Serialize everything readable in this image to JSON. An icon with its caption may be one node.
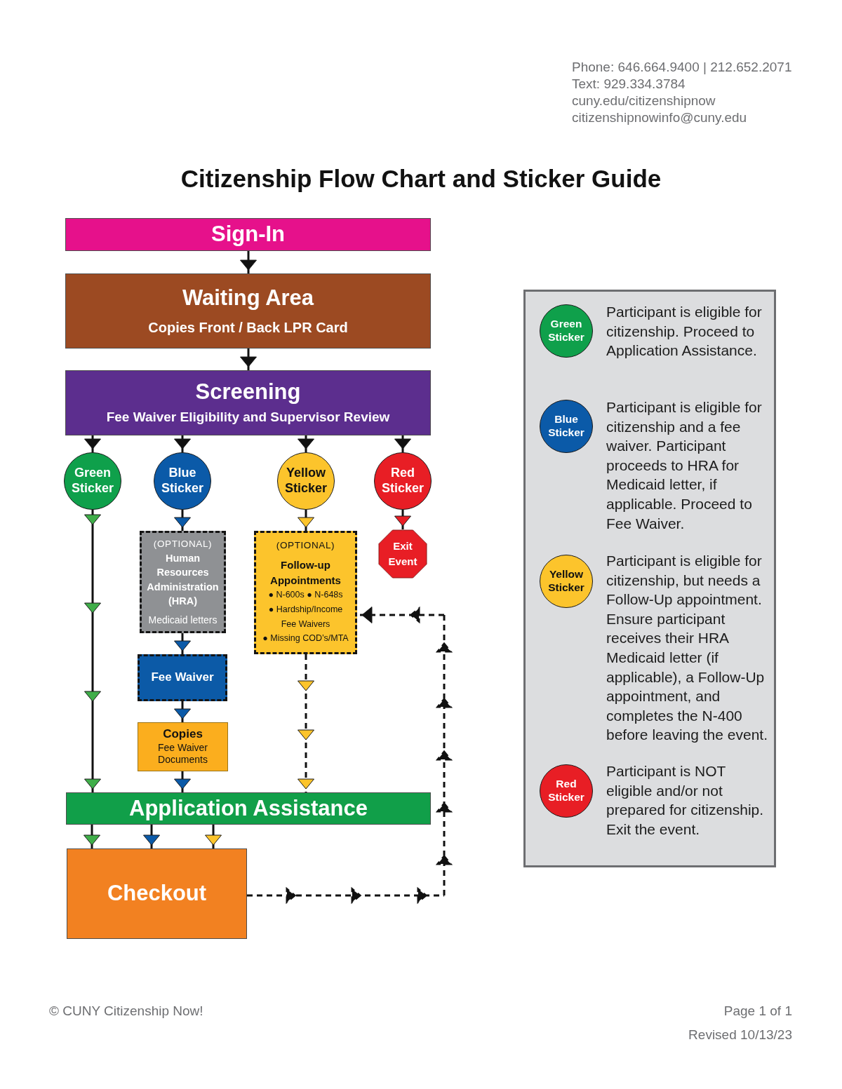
{
  "diagram": {
    "title": "Citizenship Flow Chart and Sticker Guide",
    "nodes": [
      {
        "text": [
          "Sign-In"
        ]
      },
      {
        "text": [
          "Waiting Area",
          "Copies Front / Back LPR Card"
        ]
      },
      {
        "text": [
          "Screening",
          "Fee Waiver Eligibility and Supervisor Review"
        ]
      },
      {
        "text": [
          "Green Sticker"
        ]
      },
      {
        "text": [
          "Blue Sticker"
        ]
      },
      {
        "text": [
          "Yellow Sticker"
        ]
      },
      {
        "text": [
          "Red Sticker"
        ]
      },
      {
        "text": [
          "(OPTIONAL)",
          "Human Resources Administration (HRA)",
          "Medicaid letters"
        ]
      },
      {
        "text": [
          "(OPTIONAL)",
          "Follow-up Appointments",
          "● N-600s ● N-648s",
          "● Hardship/Income Fee Waivers",
          "● Missing COD’s/MTA"
        ]
      },
      {
        "text": [
          "Exit Event"
        ]
      },
      {
        "text": [
          "Fee Waiver"
        ]
      },
      {
        "text": [
          "Copies",
          "Fee Waiver Documents"
        ]
      },
      {
        "text": [
          "Application Assistance"
        ]
      },
      {
        "text": [
          "Checkout"
        ]
      },
      {
        "text": [],
        "shape": "box"
      },
      {
        "text": [
          "Green Sticker"
        ],
        "in": 14,
        "beside": [
          "Participant is eligible for citizenship. Proceed to Application Assistance."
        ]
      },
      {
        "text": [
          "Blue Sticker"
        ],
        "in": 14,
        "beside": [
          "Participant is eligible for citizenship and a fee waiver. Participant proceeds to HRA for Medicaid letter, if applicable. Proceed to Fee Waiver."
        ]
      },
      {
        "text": [
          "Yellow Sticker"
        ],
        "in": 14,
        "beside": [
          "Participant is eligible for citizenship, but needs a Follow-Up appointment. Ensure participant receives their HRA Medicaid letter (if applicable), a Follow-Up appointment, and completes the N-400 before leaving the event."
        ]
      },
      {
        "text": [
          "Red Sticker"
        ],
        "in": 14,
        "beside": [
          "Participant is NOT eligible and/or not prepared for citizenship. Exit the event."
        ]
      }
    ],
    "edges": [
      {
        "from": 0,
        "to": 1,
        "arrow": "to"
      },
      {
        "from": 1,
        "to": 2,
        "arrow": "to"
      },
      {
        "from": 2,
        "to": 3,
        "arrow": "to"
      },
      {
        "from": 2,
        "to": 4,
        "arrow": "to"
      },
      {
        "from": 2,
        "to": 5,
        "arrow": "to"
      },
      {
        "from": 2,
        "to": 6,
        "arrow": "to"
      },
      {
        "from": 3,
        "to": 12,
        "arrow": "to"
      },
      {
        "from": 4,
        "to": 7,
        "arrow": "to"
      },
      {
        "from": 5,
        "to": 8,
        "arrow": "to"
      },
      {
        "from": 6,
        "to": 9,
        "arrow": "to"
      },
      {
        "from": 7,
        "to": 10,
        "arrow": "to"
      },
      {
        "from": 10,
        "to": 11,
        "arrow": "to"
      },
      {
        "from": 11,
        "to": 12,
        "arrow": "to"
      },
      {
        "from": 8,
        "to": 12,
        "arrow": "to",
        "style": "dashed"
      },
      {
        "from": 12,
        "to": 13,
        "arrow": "to"
      },
      {
        "from": 12,
        "to": 13,
        "arrow": "to"
      },
      {
        "from": 12,
        "to": 13,
        "arrow": "to"
      },
      {
        "from": 13,
        "to": 8,
        "arrow": "to",
        "style": "dashed"
      }
    ],
    "labels": [
      "Phone: 646.664.9400 | 212.652.2071",
      "Text: 929.334.3784",
      "cuny.edu/citizenshipnow",
      "citizenshipnowinfo@cuny.edu",
      "© CUNY Citizenship Now!",
      "Page 1 of 1",
      "Revised 10/13/23"
    ]
  }
}
